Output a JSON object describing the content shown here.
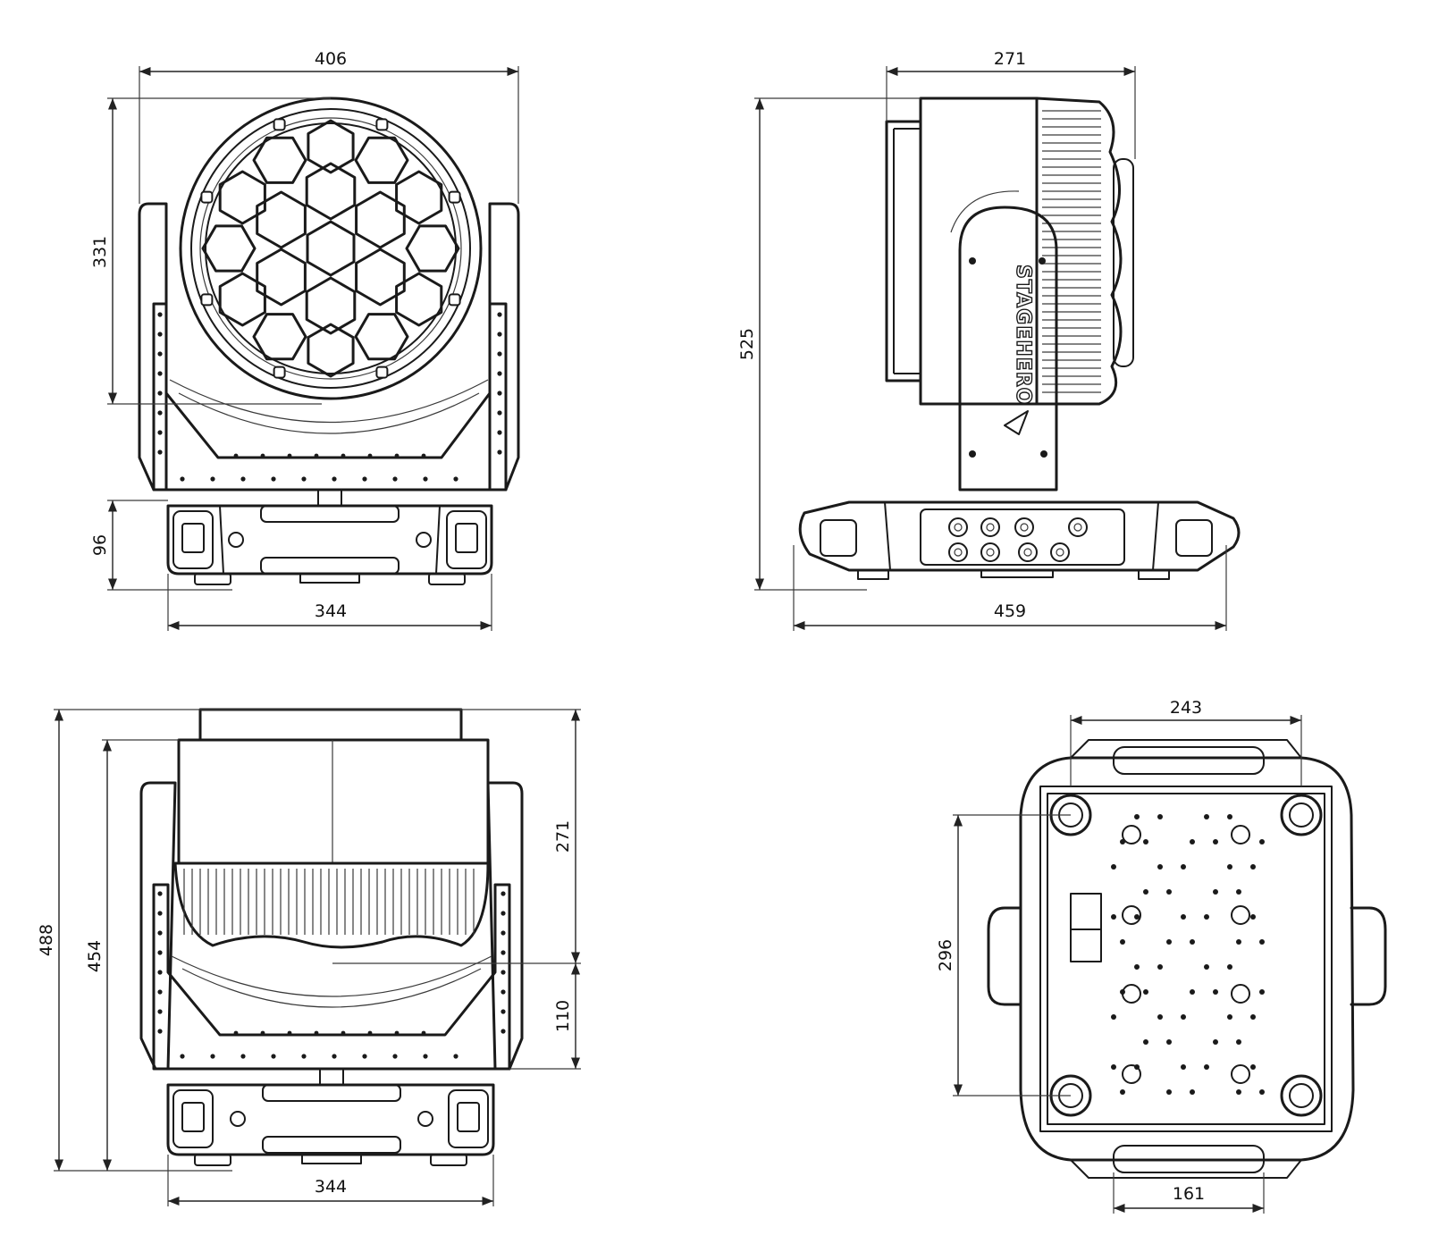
{
  "brand": {
    "logo_text": "STAGEHERO"
  },
  "dimensions": {
    "front_width": "406",
    "front_head_height": "331",
    "front_base_height": "96",
    "front_base_width": "344",
    "side_depth": "271",
    "side_height": "525",
    "side_base_width": "459",
    "tilted_total_height": "488",
    "tilted_head_height": "454",
    "tilted_upper": "271",
    "tilted_lower": "110",
    "tilted_base_width": "344",
    "bottom_width": "243",
    "bottom_depth": "296",
    "bottom_handle_width": "161"
  },
  "colors": {
    "line": "#1a1a1a",
    "background": "#ffffff"
  }
}
